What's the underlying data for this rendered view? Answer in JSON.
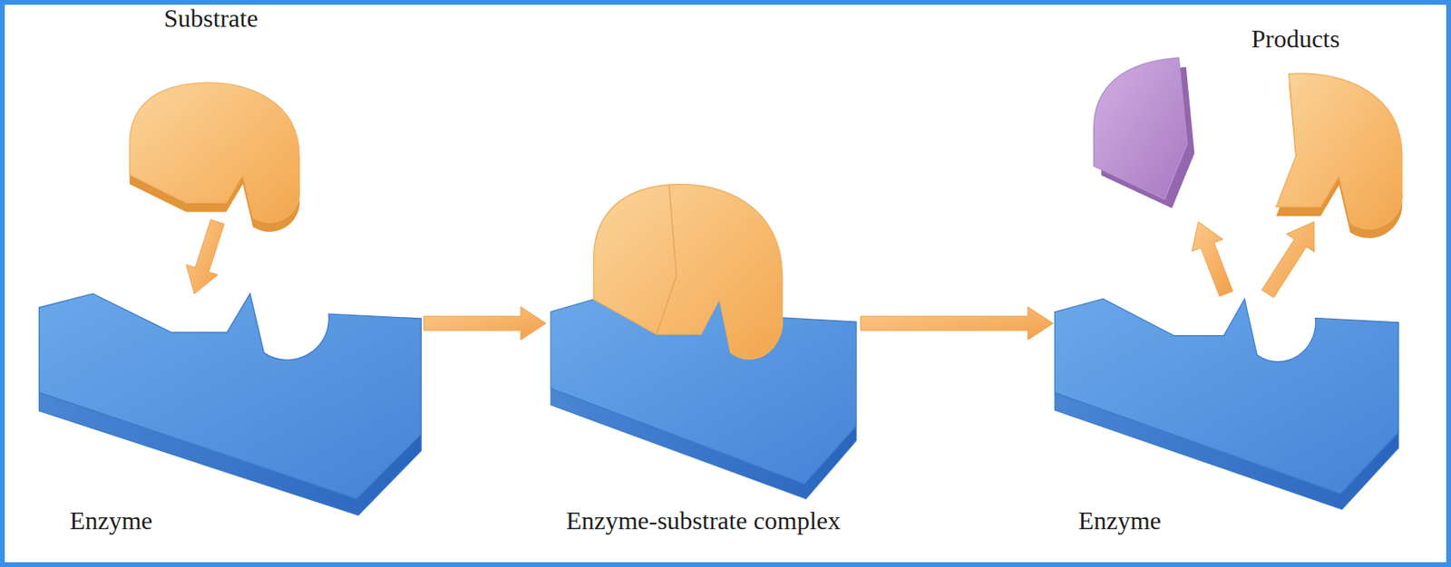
{
  "diagram": {
    "nodes": [
      {
        "text": [
          "Substrate"
        ]
      },
      {
        "text": [
          "Enzyme"
        ]
      },
      {
        "text": [
          "Enzyme-substrate complex"
        ]
      },
      {
        "text": [
          "Enzyme"
        ]
      },
      {
        "text": [
          "Products"
        ]
      }
    ],
    "edges": [
      {
        "from": 0,
        "to": 1,
        "arrow": "to"
      },
      {
        "from": 1,
        "to": 2,
        "arrow": "to"
      },
      {
        "from": 2,
        "to": 3,
        "arrow": "to"
      },
      {
        "from": 3,
        "to": 4,
        "arrow": "to"
      }
    ]
  }
}
